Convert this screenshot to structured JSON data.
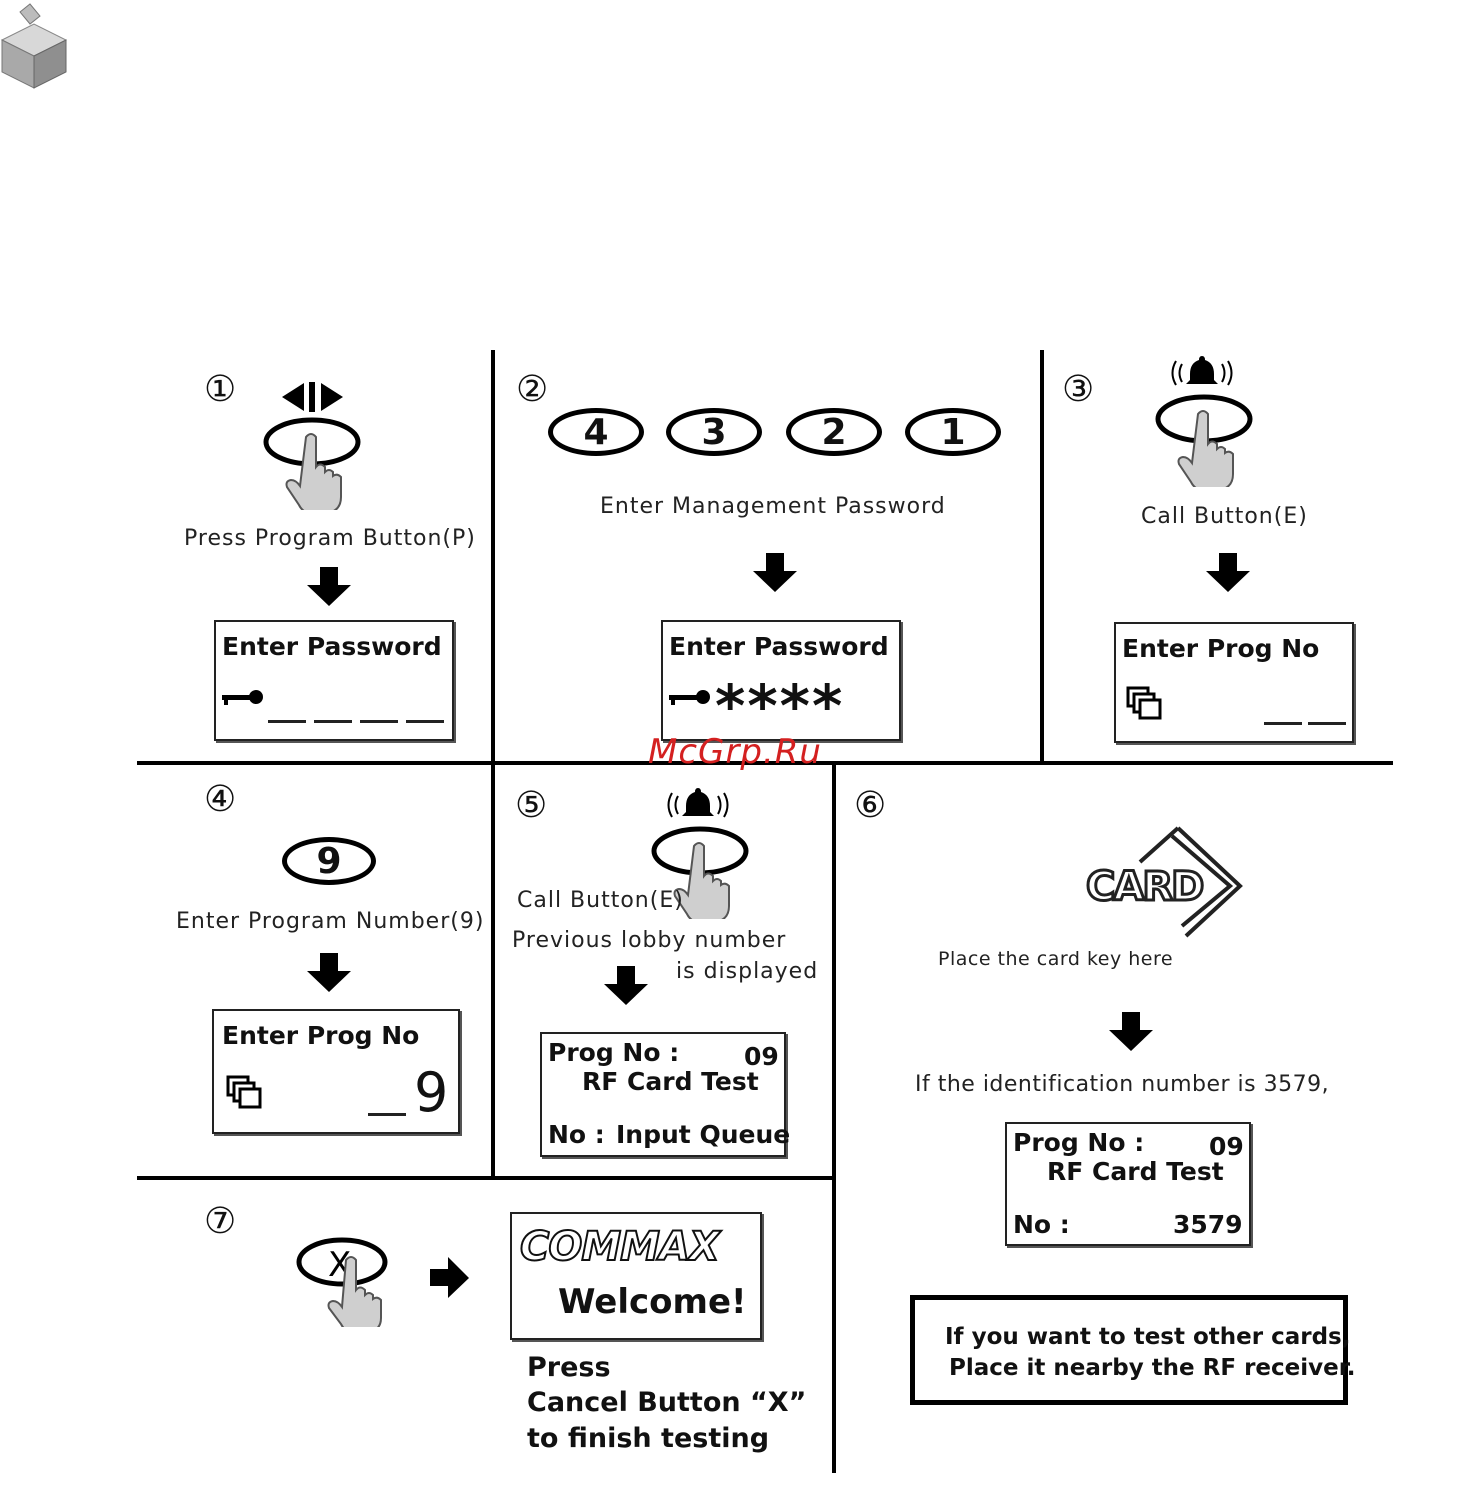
{
  "steps": {
    "s1": {
      "num": "①",
      "caption": "Press Program Button(P)",
      "lcd_title": "Enter Password"
    },
    "s2": {
      "num": "②",
      "keys": [
        "4",
        "3",
        "2",
        "1"
      ],
      "caption": "Enter Management Password",
      "lcd_title": "Enter Password",
      "lcd_stars": "****"
    },
    "s3": {
      "num": "③",
      "caption": "Call Button(E)",
      "lcd_title": "Enter Prog  No"
    },
    "s4": {
      "num": "④",
      "key": "9",
      "caption": "Enter Program Number(9)",
      "lcd_title": "Enter Prog  No",
      "lcd_value": "9"
    },
    "s5": {
      "num": "⑤",
      "caption": "Call Button(E)",
      "caption2": "Previous  lobby  number",
      "caption3": "is  displayed",
      "lcd_line1_label": "Prog No :",
      "lcd_line1_value": "09",
      "lcd_line2": "RF Card Test",
      "lcd_line3_label": "No :",
      "lcd_line3_value": "Input Queue"
    },
    "s6": {
      "num": "⑥",
      "card_label": "CARD",
      "caption": "Place the card key here",
      "caption2": "If the  identification  number  is  3579,",
      "lcd_line1_label": "Prog No :",
      "lcd_line1_value": "09",
      "lcd_line2": "RF Card Test",
      "lcd_line3_label": "No :",
      "lcd_line3_value": "3579",
      "note_line1": "If you  want to test other cards,",
      "note_line2": "Place it  nearby the  RF receiver."
    },
    "s7": {
      "num": "⑦",
      "key": "X",
      "brand": "COMMAX",
      "welcome": "Welcome!",
      "instr1": "Press",
      "instr2": "Cancel Button “X”",
      "instr3": "to finish testing"
    }
  },
  "watermark": "McGrp.Ru",
  "colors": {
    "watermark": "#d42020",
    "hand_fill": "#cfcfcf",
    "hand_stroke": "#555555"
  }
}
